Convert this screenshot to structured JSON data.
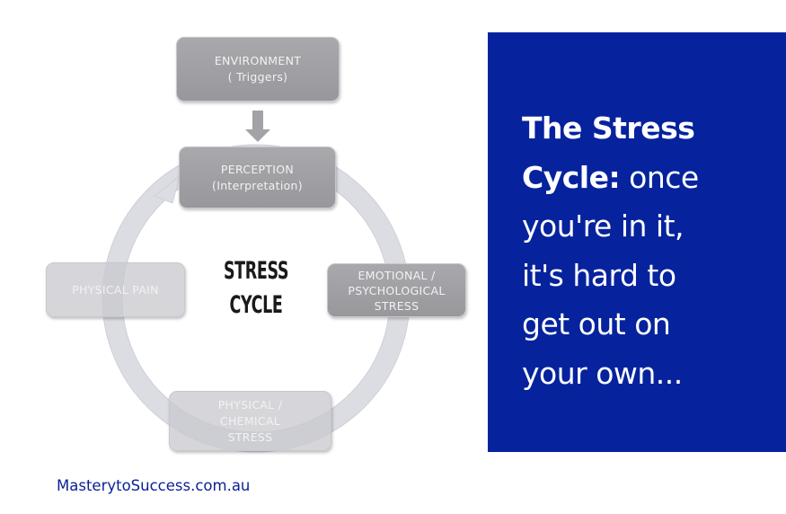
{
  "diagram": {
    "environment": {
      "line1": "ENVIRONMENT",
      "line2": "( Triggers)"
    },
    "perception": {
      "line1": "PERCEPTION",
      "line2": "(Interpretation)"
    },
    "emotional": {
      "line1": "EMOTIONAL /",
      "line2": "PSYCHOLOGICAL",
      "line3": "STRESS"
    },
    "physical_chemical": {
      "line1": "PHYSICAL /",
      "line2": "CHEMICAL",
      "line3": "STRESS"
    },
    "physical_pain": {
      "line1": "PHYSICAL PAIN"
    },
    "center": {
      "line1": "STRESS",
      "line2": "CYCLE"
    }
  },
  "panel": {
    "bold1": "The Stress",
    "bold2": "Cycle:",
    "rest2": " once",
    "line3": "you're in it,",
    "line4": "it's hard to",
    "line5": "get out on",
    "line6": "your own..."
  },
  "footer": {
    "link": "MasterytoSuccess.com.au"
  },
  "colors": {
    "panel": "#06239d",
    "link": "#0a1f96"
  }
}
